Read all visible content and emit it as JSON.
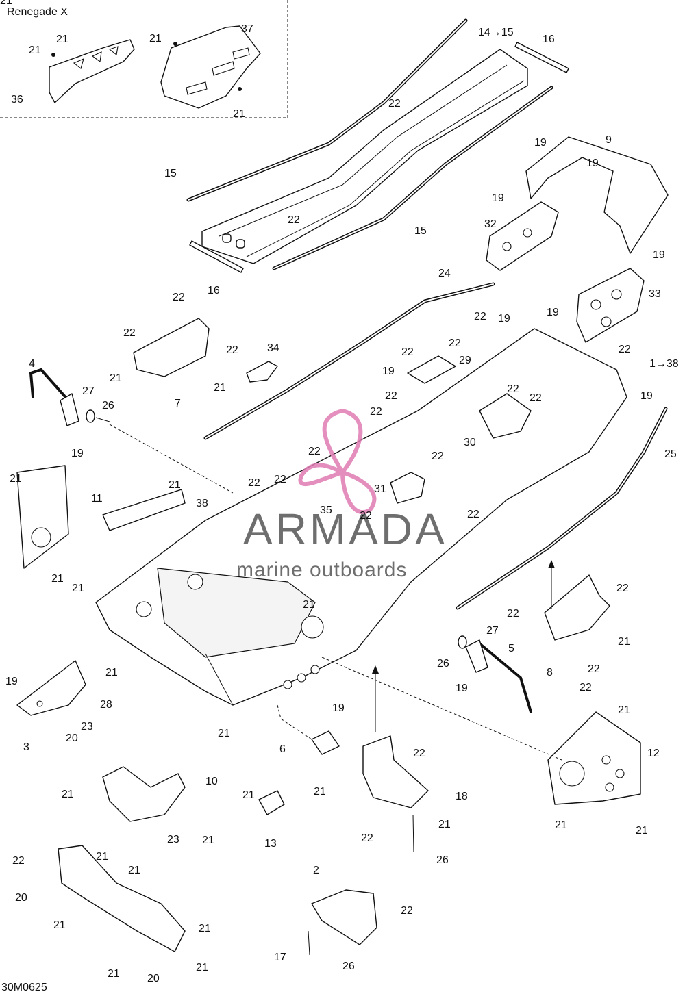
{
  "inset": {
    "title": "Renegade X"
  },
  "figure_code": "30M0625",
  "watermark": {
    "brand": "ARMADA",
    "tagline": "marine outboards",
    "logo_color": "#e07bb3",
    "text_color": "#555555"
  },
  "callouts": [
    {
      "text": "21"
    },
    {
      "text": "21"
    },
    {
      "text": "36"
    },
    {
      "text": "21"
    },
    {
      "text": "37"
    },
    {
      "text": "21"
    },
    {
      "text": "14→15"
    },
    {
      "text": "16"
    },
    {
      "text": "22"
    },
    {
      "text": "15"
    },
    {
      "text": "22"
    },
    {
      "text": "15"
    },
    {
      "text": "16"
    },
    {
      "text": "9"
    },
    {
      "text": "19"
    },
    {
      "text": "19"
    },
    {
      "text": "19"
    },
    {
      "text": "32"
    },
    {
      "text": "19"
    },
    {
      "text": "33"
    },
    {
      "text": "24"
    },
    {
      "text": "22"
    },
    {
      "text": "22"
    },
    {
      "text": "22"
    },
    {
      "text": "21"
    },
    {
      "text": "21"
    },
    {
      "text": "7"
    },
    {
      "text": "22"
    },
    {
      "text": "34"
    },
    {
      "text": "19"
    },
    {
      "text": "19"
    },
    {
      "text": "22"
    },
    {
      "text": "22"
    },
    {
      "text": "29"
    },
    {
      "text": "22"
    },
    {
      "text": "19"
    },
    {
      "text": "1→38"
    },
    {
      "text": "4"
    },
    {
      "text": "27"
    },
    {
      "text": "26"
    },
    {
      "text": "19"
    },
    {
      "text": "22"
    },
    {
      "text": "22"
    },
    {
      "text": "22"
    },
    {
      "text": "22"
    },
    {
      "text": "19"
    },
    {
      "text": "30"
    },
    {
      "text": "25"
    },
    {
      "text": "22"
    },
    {
      "text": "22"
    },
    {
      "text": "31"
    },
    {
      "text": "22"
    },
    {
      "text": "21"
    },
    {
      "text": "11"
    },
    {
      "text": "21"
    },
    {
      "text": "38"
    },
    {
      "text": "22"
    },
    {
      "text": "22"
    },
    {
      "text": "35"
    },
    {
      "text": "22"
    },
    {
      "text": "22"
    },
    {
      "text": "21"
    },
    {
      "text": "21"
    },
    {
      "text": "21"
    },
    {
      "text": "22"
    },
    {
      "text": "22"
    },
    {
      "text": "21"
    },
    {
      "text": "27"
    },
    {
      "text": "5"
    },
    {
      "text": "26"
    },
    {
      "text": "19"
    },
    {
      "text": "8"
    },
    {
      "text": "22"
    },
    {
      "text": "21"
    },
    {
      "text": "21"
    },
    {
      "text": "19"
    },
    {
      "text": "28"
    },
    {
      "text": "23"
    },
    {
      "text": "3"
    },
    {
      "text": "20"
    },
    {
      "text": "21"
    },
    {
      "text": "19"
    },
    {
      "text": "6"
    },
    {
      "text": "21"
    },
    {
      "text": "21"
    },
    {
      "text": "12"
    },
    {
      "text": "22"
    },
    {
      "text": "18"
    },
    {
      "text": "21"
    },
    {
      "text": "26"
    },
    {
      "text": "22"
    },
    {
      "text": "21"
    },
    {
      "text": "21"
    },
    {
      "text": "10"
    },
    {
      "text": "21"
    },
    {
      "text": "23"
    },
    {
      "text": "21"
    },
    {
      "text": "21"
    },
    {
      "text": "21"
    },
    {
      "text": "13"
    },
    {
      "text": "22"
    },
    {
      "text": "20"
    },
    {
      "text": "21"
    },
    {
      "text": "21"
    },
    {
      "text": "2"
    },
    {
      "text": "22"
    },
    {
      "text": "17"
    },
    {
      "text": "26"
    },
    {
      "text": "21"
    },
    {
      "text": "20"
    },
    {
      "text": "21"
    },
    {
      "text": "21"
    }
  ]
}
